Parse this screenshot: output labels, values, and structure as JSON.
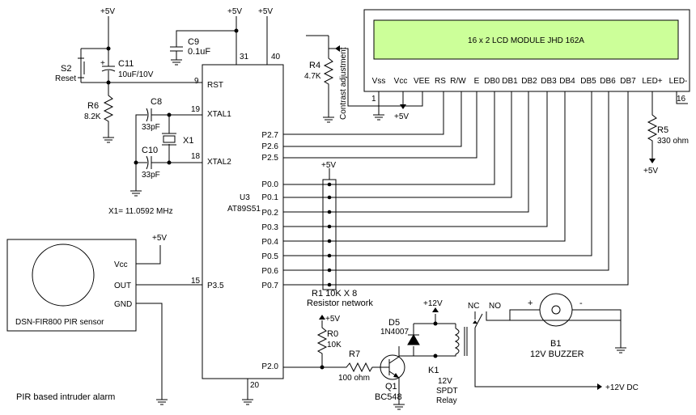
{
  "supply": {
    "plus5": "+5V",
    "plus12": "+12V"
  },
  "mcu": {
    "ref": "U3",
    "part": "AT89S51",
    "pins": {
      "rst": "RST",
      "xtal1": "XTAL1",
      "xtal2": "XTAL2",
      "p35": "P3.5",
      "p27": "P2.7",
      "p26": "P2.6",
      "p25": "P2.5",
      "p20": "P2.0",
      "p00": "P0.0",
      "p01": "P0.1",
      "p02": "P0.2",
      "p03": "P0.3",
      "p04": "P0.4",
      "p05": "P0.5",
      "p06": "P0.6",
      "p07": "P0.7"
    },
    "pin_numbers": {
      "n9": "9",
      "n19": "19",
      "n18": "18",
      "n15": "15",
      "n31": "31",
      "n40": "40",
      "n20": "20"
    }
  },
  "lcd": {
    "title": "16 x 2 LCD MODULE  JHD   162A",
    "pins": [
      "Vss",
      "Vcc",
      "VEE",
      "RS",
      "R/W",
      "E",
      "DB0",
      "DB1",
      "DB2",
      "DB3",
      "DB4",
      "DB5",
      "DB6",
      "DB7",
      "LED+",
      "LED-"
    ],
    "pin1": "1",
    "pin16": "16"
  },
  "components": {
    "s2": {
      "ref": "S2",
      "name": "Reset"
    },
    "c11": {
      "ref": "C11",
      "value": "10uF/10V",
      "plus": "+"
    },
    "r6": {
      "ref": "R6",
      "value": "8.2K"
    },
    "c9": {
      "ref": "C9",
      "value": "0.1uF"
    },
    "c8": {
      "ref": "C8",
      "value": "33pF"
    },
    "c10": {
      "ref": "C10",
      "value": "33pF"
    },
    "x1": {
      "ref": "X1",
      "note": "X1= 11.0592 MHz"
    },
    "r4": {
      "ref": "R4",
      "value": "4.7K",
      "note": "Contrast adjustment"
    },
    "r5": {
      "ref": "R5",
      "value": "330 ohm"
    },
    "r1": {
      "label": "R1  10K X 8",
      "sub": "Resistor network"
    },
    "pir": {
      "name": "DSN-FIR800 PIR sensor",
      "vcc": "Vcc",
      "out": "OUT",
      "gnd": "GND"
    },
    "r0": {
      "ref": "R0",
      "value": "10K"
    },
    "r7": {
      "ref": "R7",
      "value": "100 ohm"
    },
    "q1": {
      "ref": "Q1",
      "part": "BC548"
    },
    "d5": {
      "ref": "D5",
      "part": "1N4007"
    },
    "k1": {
      "ref": "K1",
      "line1": "12V",
      "line2": "SPDT",
      "line3": "Relay"
    },
    "relay_contacts": {
      "nc": "NC",
      "no": "NO"
    },
    "b1": {
      "ref": "B1",
      "name": "12V BUZZER",
      "plus": "+",
      "minus": "-"
    },
    "dc_label": "+12V DC"
  },
  "caption": "PIR based intruder alarm"
}
